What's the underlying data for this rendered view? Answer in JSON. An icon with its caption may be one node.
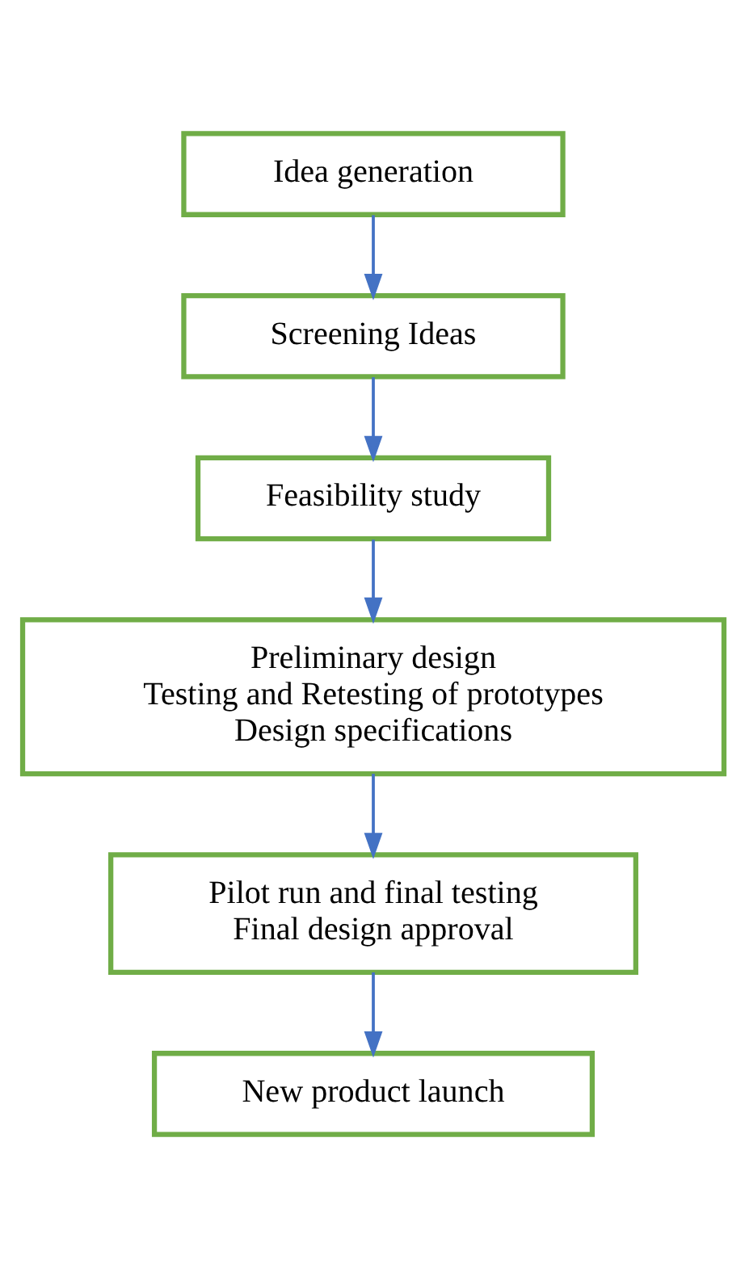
{
  "diagram": {
    "nodes": [
      {
        "text": [
          "Idea generation"
        ]
      },
      {
        "text": [
          "Screening Ideas"
        ]
      },
      {
        "text": [
          "Feasibility study"
        ]
      },
      {
        "text": [
          "Preliminary design",
          "Testing and Retesting of prototypes",
          "Design specifications"
        ]
      },
      {
        "text": [
          "Pilot run and final testing",
          "Final design approval"
        ]
      },
      {
        "text": [
          "New product launch"
        ]
      }
    ],
    "edges": [
      {
        "from": 0,
        "to": 1,
        "arrow": "to"
      },
      {
        "from": 1,
        "to": 2,
        "arrow": "to"
      },
      {
        "from": 2,
        "to": 3,
        "arrow": "to"
      },
      {
        "from": 3,
        "to": 4,
        "arrow": "to"
      },
      {
        "from": 4,
        "to": 5,
        "arrow": "to"
      }
    ]
  }
}
